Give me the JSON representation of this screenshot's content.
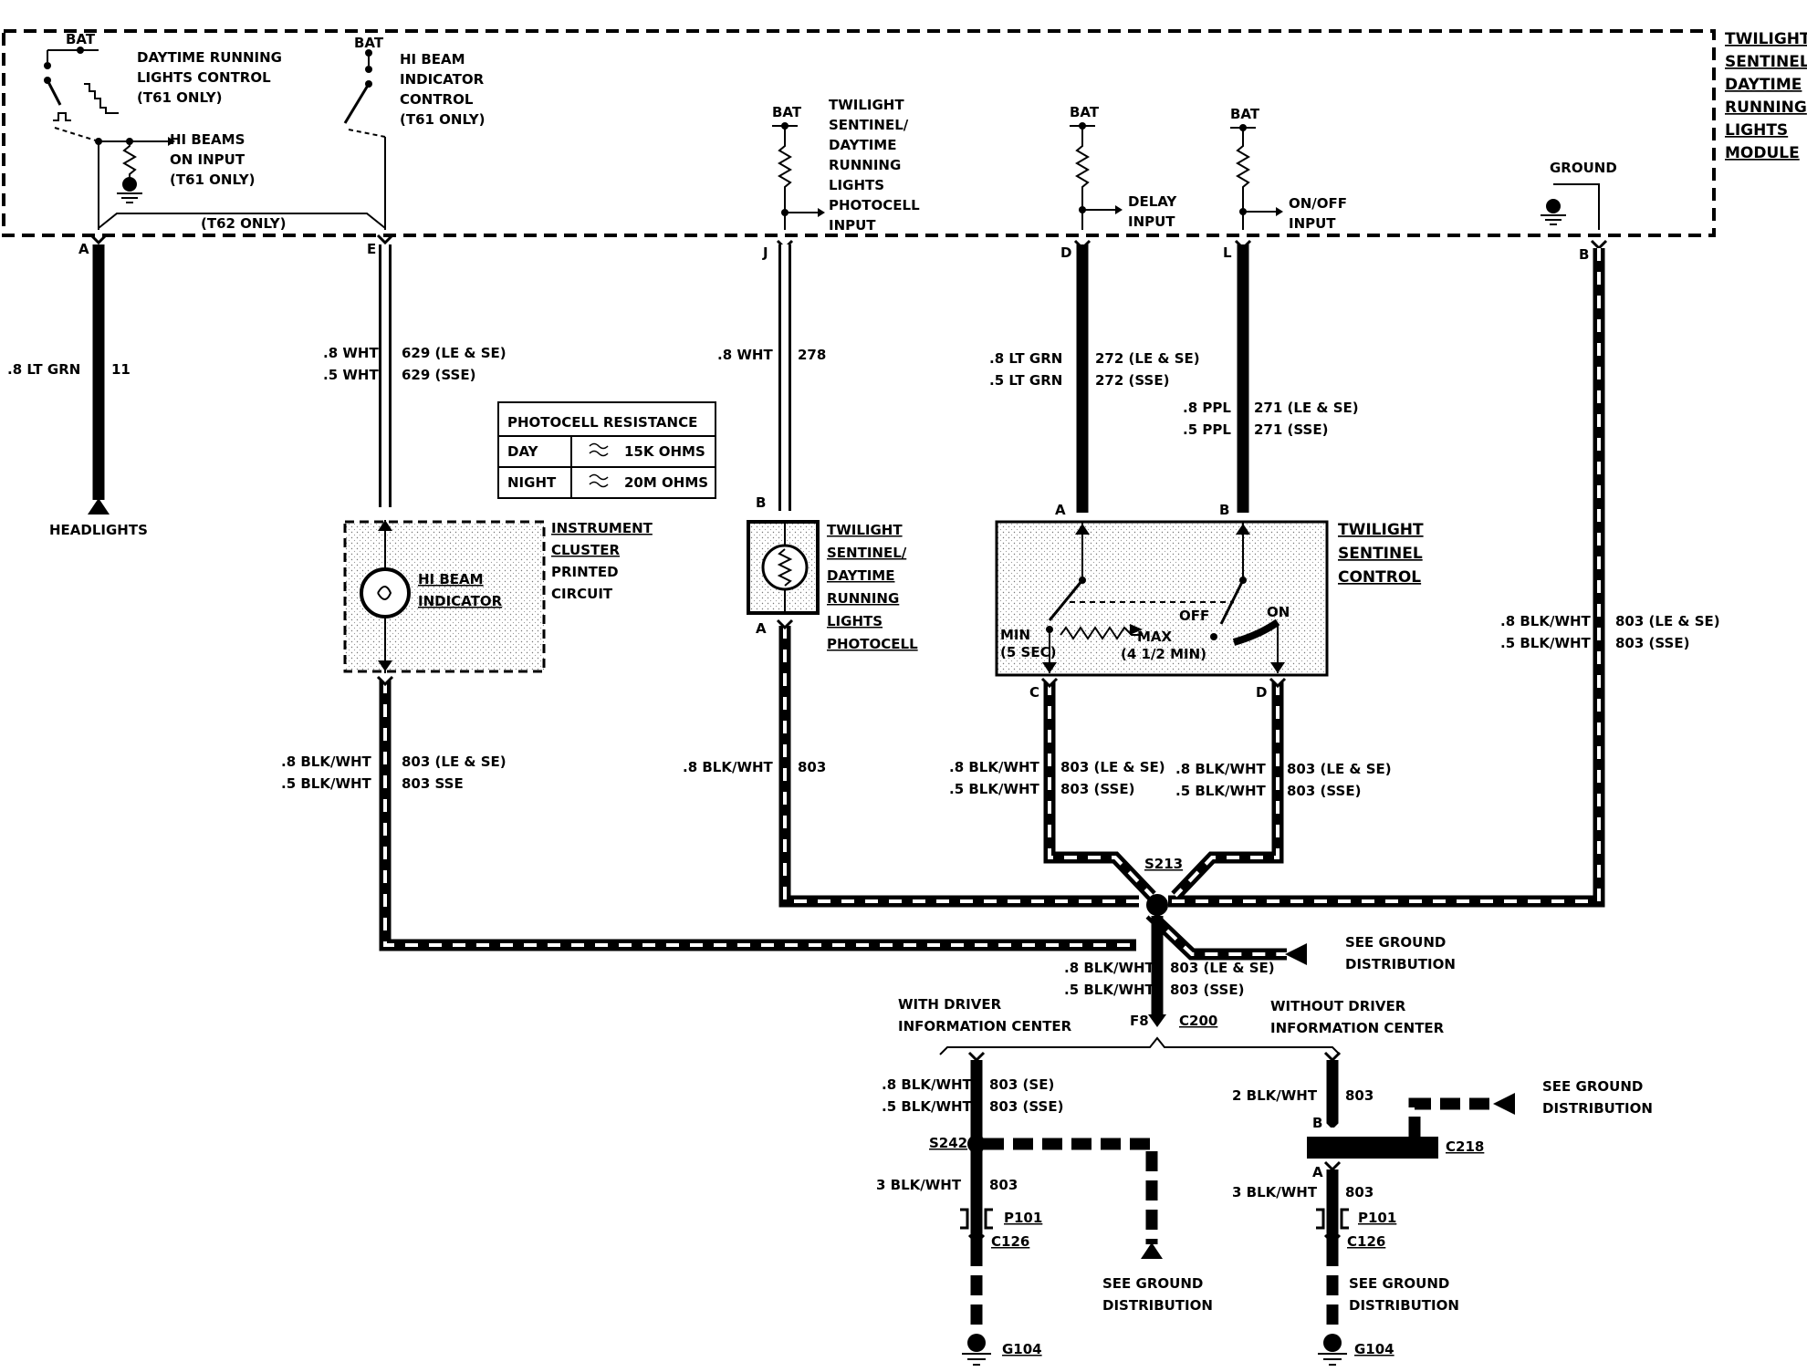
{
  "module": {
    "title_lines": [
      "TWILIGHT",
      "SENTINEL/",
      "DAYTIME",
      "RUNNING",
      "LIGHTS",
      "MODULE"
    ],
    "bat": "BAT",
    "drl_control_lines": [
      "DAYTIME RUNNING",
      "LIGHTS CONTROL",
      "(T61 ONLY)"
    ],
    "hibeam_input_lines": [
      "HI BEAMS",
      "ON INPUT",
      "(T61 ONLY)"
    ],
    "hibeam_indicator_control_lines": [
      "HI BEAM",
      "INDICATOR",
      "CONTROL",
      "(T61 ONLY)"
    ],
    "t62_only": "(T62 ONLY)",
    "photocell_input_lines": [
      "TWILIGHT",
      "SENTINEL/",
      "DAYTIME",
      "RUNNING",
      "LIGHTS",
      "PHOTOCELL",
      "INPUT"
    ],
    "delay_input_lines": [
      "DELAY",
      "INPUT"
    ],
    "onoff_input_lines": [
      "ON/OFF",
      "INPUT"
    ],
    "ground": "GROUND"
  },
  "pins": {
    "A": "A",
    "E": "E",
    "J": "J",
    "D": "D",
    "L": "L",
    "B": "B",
    "C": "C"
  },
  "wires": {
    "headlight_wire": {
      "size": ".8 LT GRN",
      "circuit": "11"
    },
    "hibeam_wire": {
      "size1": ".8 WHT",
      "size2": ".5 WHT",
      "circuit1": "629 (LE & SE)",
      "circuit2": "629 (SSE)"
    },
    "photocell_wire": {
      "size": ".8 WHT",
      "circuit": "278"
    },
    "delay_wire": {
      "size1": ".8 LT GRN",
      "size2": ".5 LT GRN",
      "circuit1": "272 (LE & SE)",
      "circuit2": "272 (SSE)"
    },
    "onoff_wire": {
      "size1": ".8 PPL",
      "size2": ".5 PPL",
      "circuit1": "271 (LE & SE)",
      "circuit2": "271 (SSE)"
    },
    "module_ground_wire": {
      "size1": ".8 BLK/WHT",
      "size2": ".5 BLK/WHT",
      "circuit1": "803 (LE & SE)",
      "circuit2": "803 (SSE)"
    },
    "cluster_ground_wire": {
      "size1": ".8 BLK/WHT",
      "size2": ".5 BLK/WHT",
      "circuit1": "803 (LE & SE)",
      "circuit2": "803 SSE"
    },
    "photocell_ground_wire": {
      "size": ".8 BLK/WHT",
      "circuit": "803"
    },
    "control_c_wire": {
      "size1": ".8 BLK/WHT",
      "size2": ".5 BLK/WHT",
      "circuit1": "803 (LE & SE)",
      "circuit2": "803 (SSE)"
    },
    "control_d_wire": {
      "size1": ".8 BLK/WHT",
      "size2": ".5 BLK/WHT",
      "circuit1": "803 (LE & SE)",
      "circuit2": "803 (SSE)"
    },
    "s213_down_wire": {
      "size1": ".8 BLK/WHT",
      "size2": ".5 BLK/WHT",
      "circuit1": "803 (LE & SE)",
      "circuit2": "803 (SSE)"
    },
    "with_dic_wire": {
      "size1": ".8 BLK/WHT",
      "size2": ".5 BLK/WHT",
      "circuit1": "803 (SE)",
      "circuit2": "803 (SSE)"
    },
    "with_dic_lower_wire": {
      "size": "3 BLK/WHT",
      "circuit": "803"
    },
    "without_dic_wire": {
      "size": "2 BLK/WHT",
      "circuit": "803"
    },
    "without_dic_lower_wire": {
      "size": "3 BLK/WHT",
      "circuit": "803"
    }
  },
  "components": {
    "headlights": "HEADLIGHTS",
    "cluster_lines": [
      "INSTRUMENT",
      "CLUSTER",
      "PRINTED",
      "CIRCUIT"
    ],
    "hibeam_indicator_lines": [
      "HI BEAM",
      "INDICATOR"
    ],
    "photocell_lines": [
      "TWILIGHT",
      "SENTINEL/",
      "DAYTIME",
      "RUNNING",
      "LIGHTS",
      "PHOTOCELL"
    ],
    "control_lines": [
      "TWILIGHT",
      "SENTINEL",
      "CONTROL"
    ],
    "control_min_lines": [
      "MIN",
      "(5 SEC)"
    ],
    "control_max_lines": [
      "MAX",
      "(4 1/2 MIN)"
    ],
    "control_off": "OFF",
    "control_on": "ON"
  },
  "photocell_table": {
    "title": "PHOTOCELL RESISTANCE",
    "rows": [
      {
        "label": "DAY",
        "value": "15K OHMS"
      },
      {
        "label": "NIGHT",
        "value": "20M OHMS"
      }
    ]
  },
  "splices": {
    "s213": "S213",
    "s242": "S242"
  },
  "connectors": {
    "f8": "F8",
    "c200": "C200",
    "c218": "C218",
    "p101": "P101",
    "c126": "C126"
  },
  "grounds": {
    "g104": "G104"
  },
  "see_ground_lines": [
    "SEE GROUND",
    "DISTRIBUTION"
  ],
  "branches": {
    "with_dic_lines": [
      "WITH DRIVER",
      "INFORMATION CENTER"
    ],
    "without_dic_lines": [
      "WITHOUT DRIVER",
      "INFORMATION CENTER"
    ]
  }
}
